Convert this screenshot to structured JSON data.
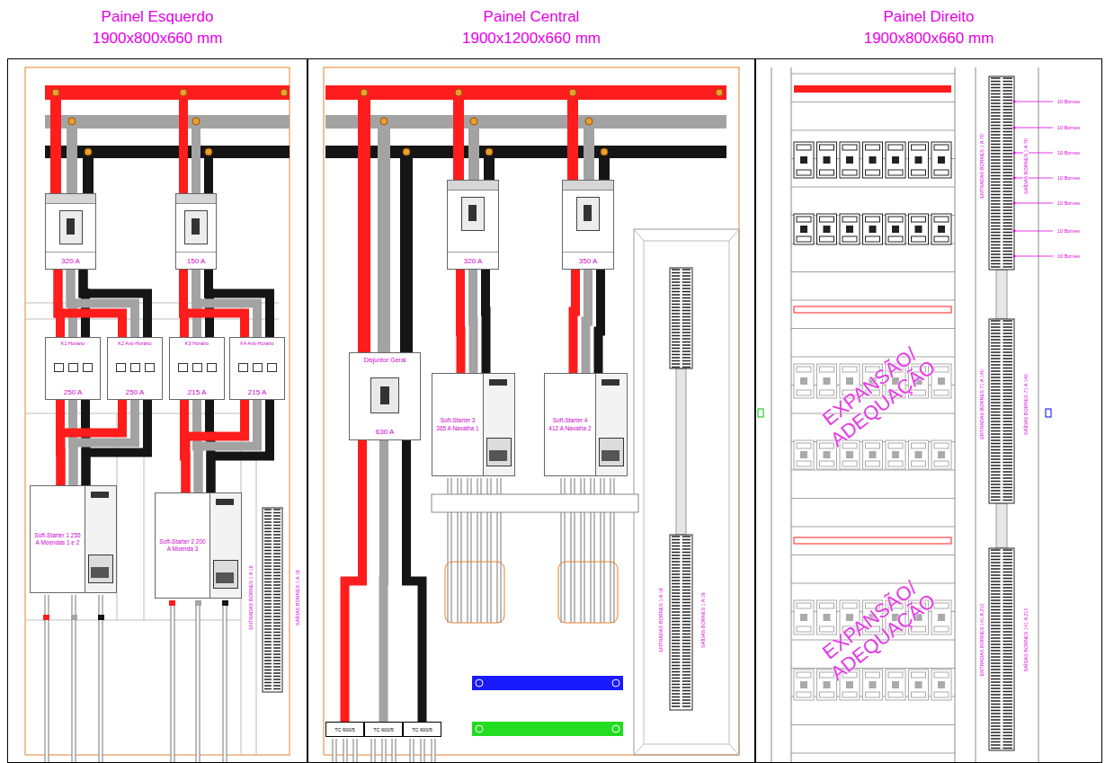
{
  "diagram": {
    "nodes": [
      {
        "text": [
          "Painel Esquerdo",
          "1900x800x660 mm"
        ]
      },
      {
        "text": [
          "Painel Central",
          "1900x1200x660 mm"
        ]
      },
      {
        "text": [
          "Painel Direito",
          "1900x800x660 mm"
        ]
      },
      {
        "text": [
          "320 A"
        ],
        "in": 0
      },
      {
        "text": [
          "150 A"
        ],
        "in": 0
      },
      {
        "text": [
          "K1 Horário",
          "250 A"
        ],
        "in": 0
      },
      {
        "text": [
          "K2 Anti-Horário",
          "250 A"
        ],
        "in": 0
      },
      {
        "text": [
          "K3 Horário",
          "215 A"
        ],
        "in": 0
      },
      {
        "text": [
          "K4 Anti-Horário",
          "215 A"
        ],
        "in": 0
      },
      {
        "text": [
          "Soft-Starter 1 255 A Moendas 1 e 2"
        ],
        "in": 0
      },
      {
        "text": [
          "Soft-Starter 2 200 A Moenda 3"
        ],
        "in": 0
      },
      {
        "text": [
          "Disjuntor Geral",
          "630 A"
        ],
        "in": 1
      },
      {
        "text": [
          "320 A"
        ],
        "in": 1
      },
      {
        "text": [
          "350 A"
        ],
        "in": 1
      },
      {
        "text": [
          "Soft-Starter 3 365 A Navalha 1"
        ],
        "in": 1
      },
      {
        "text": [
          "Soft-Starter 4 412 A Navalha 2"
        ],
        "in": 1
      },
      {
        "text": [
          "TC 600/5"
        ],
        "in": 1
      },
      {
        "text": [
          "TC 600/5"
        ],
        "in": 1
      },
      {
        "text": [
          "TC 600/5"
        ],
        "in": 1
      }
    ],
    "edges": [
      {
        "from": 3,
        "to": 5,
        "arrow": "none"
      },
      {
        "from": 3,
        "to": 6,
        "arrow": "none"
      },
      {
        "from": 5,
        "to": 9,
        "arrow": "none"
      },
      {
        "from": 6,
        "to": 9,
        "arrow": "none"
      },
      {
        "from": 4,
        "to": 7,
        "arrow": "none"
      },
      {
        "from": 4,
        "to": 8,
        "arrow": "none"
      },
      {
        "from": 7,
        "to": 10,
        "arrow": "none"
      },
      {
        "from": 8,
        "to": 10,
        "arrow": "none"
      },
      {
        "from": 12,
        "to": 14,
        "arrow": "none"
      },
      {
        "from": 13,
        "to": 15,
        "arrow": "none"
      },
      {
        "from": 11,
        "to": 16,
        "arrow": "none"
      },
      {
        "from": 11,
        "to": 17,
        "arrow": "none"
      },
      {
        "from": 11,
        "to": 18,
        "arrow": "none"
      }
    ],
    "labels": [
      "ENTRADAS BORNES 1 A 16",
      "SAÍDAS BORNES 1 A 16",
      "ENTRADAS BORNES 1 A 16",
      "SAÍDAS BORNES 1 A 16",
      "10 Bornes",
      "10 Bornes",
      "10 Bornes",
      "10 Bornes",
      "10 Bornes",
      "10 Bornes",
      "10 Bornes",
      "ENTRADAS BORNES 1 A 70",
      "SAÍDAS BORNES 1 A 70",
      "ENTRADAS BORNES 71 A 140",
      "SAÍDAS BORNES 71 A 140",
      "ENTRADAS BORNES 141 A 210",
      "SAÍDAS BORNES 141 A 210",
      "EXPANSÃO/ ADEQUAÇÃO",
      "EXPANSÃO/ ADEQUAÇÃO"
    ]
  }
}
